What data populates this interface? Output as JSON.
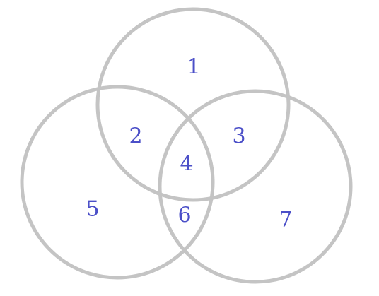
{
  "colors": {
    "circle_stroke": "#c4c4c4",
    "label_text": "#4b4fc8",
    "background": "#ffffff"
  },
  "circles": [
    "top",
    "left",
    "right"
  ],
  "regions": {
    "r1": "1",
    "r2": "2",
    "r3": "3",
    "r4": "4",
    "r5": "5",
    "r6": "6",
    "r7": "7"
  }
}
